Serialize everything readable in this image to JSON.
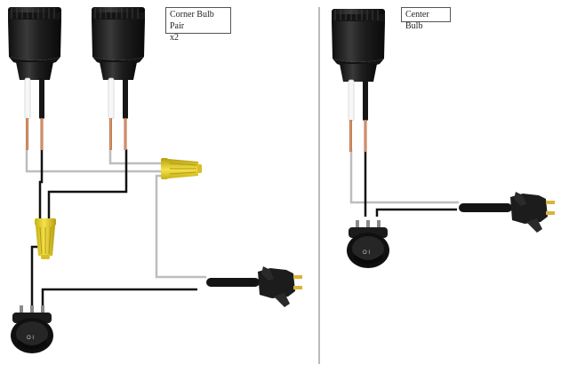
{
  "labels": {
    "corner_title": "Corner Bulb Pair",
    "corner_qty": "x2",
    "center_title": "Center Bulb"
  },
  "switch_text": "O I",
  "colors": {
    "socket": "#1c1c1c",
    "hot_wire": "#111111",
    "neutral_wire": "#bdbdbd",
    "copper": "#c9825a",
    "wire_nut": "#e8d42a",
    "plug_prong": "#d9b23a",
    "divider": "#777777"
  },
  "icons": [
    "bulb-socket-icon",
    "wire-nut-icon",
    "rocker-switch-icon",
    "power-plug-icon"
  ]
}
